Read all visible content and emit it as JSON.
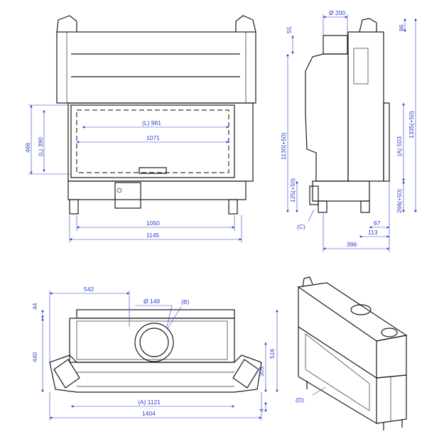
{
  "front_view": {
    "width_total": "1145",
    "width_inner": "1050",
    "glass_l": "(L) 981",
    "glass_width": "1071",
    "height_total": "466",
    "height_glass": "(L) 390"
  },
  "side_view": {
    "flue_dia": "Ø 200",
    "top_offset_55": "55",
    "top_offset_86": "86",
    "height_1130": "1130(+50)",
    "height_1335": "1335(+50)",
    "height_a503": "(A) 503",
    "height_125": "125(+50)",
    "height_266": "266(+50)",
    "depth_67": "67",
    "depth_113": "113",
    "depth_396": "396",
    "callout_c": "(C)"
  },
  "top_view": {
    "width_542": "542",
    "flue_dia": "Ø 149",
    "callout_b": "(B)",
    "dim_44": "44",
    "dim_440": "440",
    "dim_516": "516",
    "dim_305": "305",
    "dim_4": "4",
    "width_a1121": "(A) 1121",
    "width_1404": "1404"
  },
  "iso_view": {
    "callout_d": "(D)"
  }
}
